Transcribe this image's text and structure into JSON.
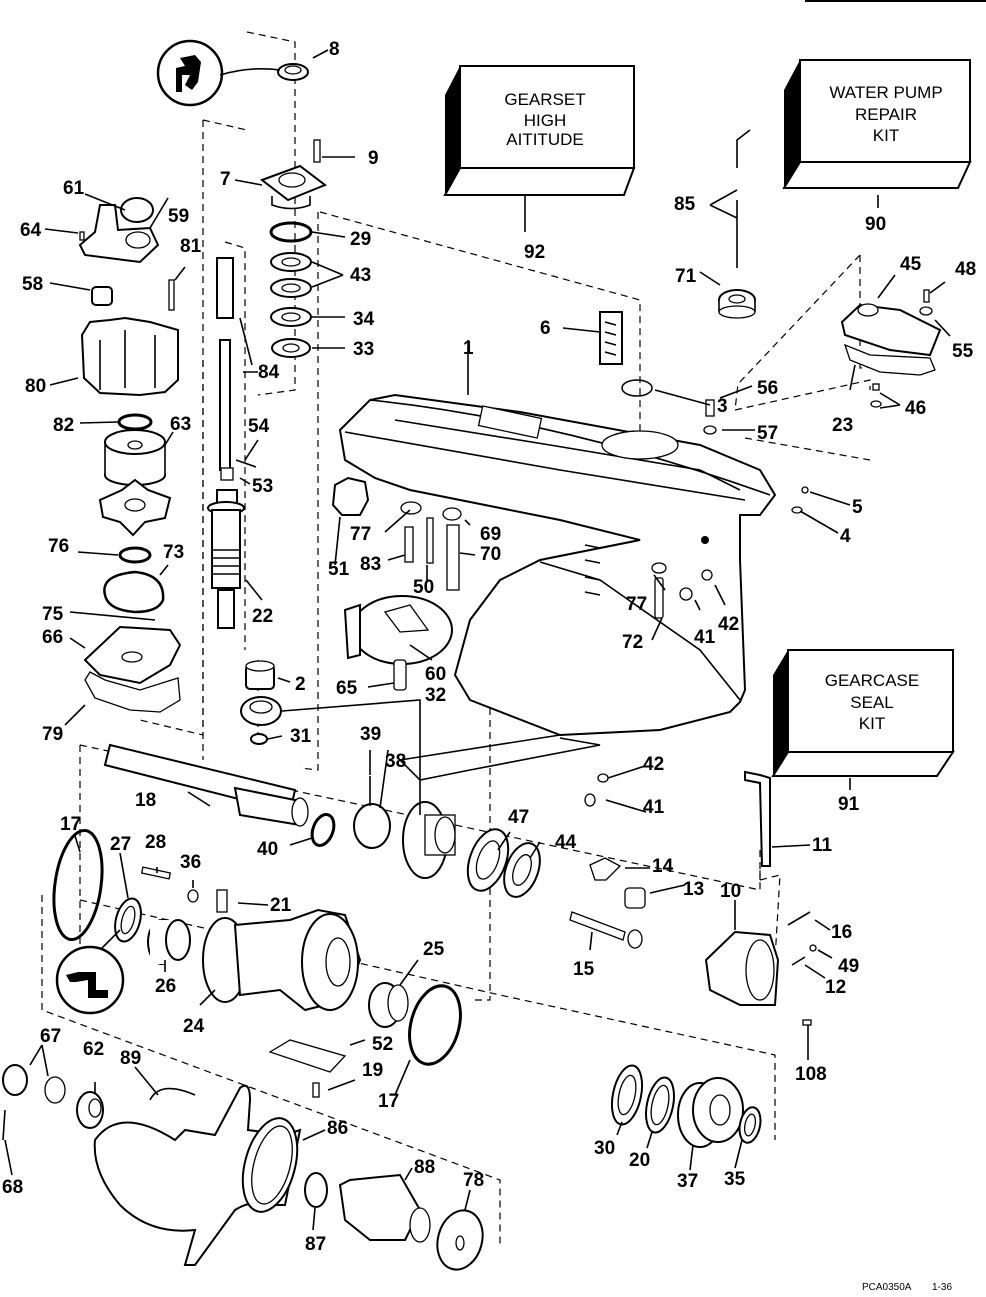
{
  "diagram": {
    "title": "Gearcase exploded parts diagram",
    "kits": [
      {
        "id": "92",
        "lines": [
          "GEARSET",
          "HIGH",
          "AITITUDE"
        ]
      },
      {
        "id": "90",
        "lines": [
          "WATER PUMP",
          "REPAIR",
          "KIT"
        ]
      },
      {
        "id": "91",
        "lines": [
          "GEARCASE",
          "SEAL",
          "KIT"
        ]
      }
    ],
    "callouts": [
      "1",
      "2",
      "3",
      "4",
      "5",
      "6",
      "7",
      "8",
      "9",
      "10",
      "108",
      "11",
      "12",
      "13",
      "14",
      "15",
      "16",
      "17",
      "17b",
      "18",
      "19",
      "20",
      "21",
      "22",
      "23",
      "24",
      "25",
      "26",
      "27",
      "28",
      "29",
      "30",
      "31",
      "32",
      "33",
      "34",
      "35",
      "36",
      "37",
      "38",
      "39",
      "40",
      "41",
      "41b",
      "42",
      "42b",
      "43",
      "44",
      "45",
      "46",
      "47",
      "48",
      "49",
      "50",
      "51",
      "52",
      "53",
      "54",
      "55",
      "56",
      "57",
      "58",
      "59",
      "60",
      "61",
      "62",
      "63",
      "64",
      "65",
      "66",
      "67",
      "68",
      "69",
      "70",
      "71",
      "72",
      "73",
      "75",
      "76",
      "77",
      "77b",
      "78",
      "79",
      "80",
      "81",
      "82",
      "83",
      "84",
      "85",
      "86",
      "87",
      "88",
      "89",
      "90",
      "91",
      "92"
    ],
    "labels": {
      "l1": "1",
      "l2": "2",
      "l3": "3",
      "l4": "4",
      "l5": "5",
      "l6": "6",
      "l7": "7",
      "l8": "8",
      "l9": "9",
      "l10": "10",
      "l108": "108",
      "l11": "11",
      "l12": "12",
      "l13": "13",
      "l14": "14",
      "l15": "15",
      "l16": "16",
      "l17": "17",
      "l17b": "17",
      "l18": "18",
      "l19": "19",
      "l20": "20",
      "l21": "21",
      "l22": "22",
      "l23": "23",
      "l24": "24",
      "l25": "25",
      "l26": "26",
      "l27": "27",
      "l28": "28",
      "l29": "29",
      "l30": "30",
      "l31": "31",
      "l32": "32",
      "l33": "33",
      "l34": "34",
      "l35": "35",
      "l36": "36",
      "l37": "37",
      "l38": "38",
      "l39": "39",
      "l40": "40",
      "l41": "41",
      "l41b": "41",
      "l42": "42",
      "l42b": "42",
      "l43": "43",
      "l44": "44",
      "l45": "45",
      "l46": "46",
      "l47": "47",
      "l48": "48",
      "l49": "49",
      "l50": "50",
      "l51": "51",
      "l52": "52",
      "l53": "53",
      "l54": "54",
      "l55": "55",
      "l56": "56",
      "l57": "57",
      "l58": "58",
      "l59": "59",
      "l60": "60",
      "l61": "61",
      "l62": "62",
      "l63": "63",
      "l64": "64",
      "l65": "65",
      "l66": "66",
      "l67": "67",
      "l68": "68",
      "l69": "69",
      "l70": "70",
      "l71": "71",
      "l72": "72",
      "l73": "73",
      "l75": "75",
      "l76": "76",
      "l77": "77",
      "l77b": "77",
      "l78": "78",
      "l79": "79",
      "l80": "80",
      "l81": "81",
      "l82": "82",
      "l83": "83",
      "l84": "84",
      "l85": "85",
      "l86": "86",
      "l87": "87",
      "l88": "88",
      "l89": "89",
      "l90": "90",
      "l91": "91",
      "l92": "92"
    },
    "footer": {
      "code": "PCA0350A",
      "page": "1-36"
    },
    "icons": [
      "sealant-icon",
      "grease-icon"
    ]
  }
}
